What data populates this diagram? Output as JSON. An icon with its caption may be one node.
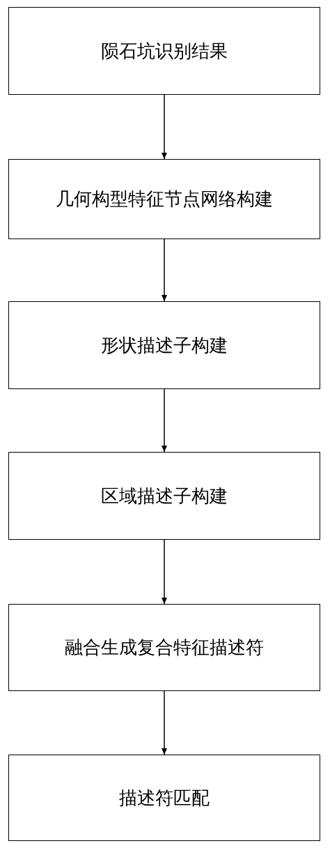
{
  "diagram": {
    "nodes": [
      {
        "text": [
          "陨石坑识别结果"
        ]
      },
      {
        "text": [
          "几何构型特征节点网络构建"
        ]
      },
      {
        "text": [
          "形状描述子构建"
        ]
      },
      {
        "text": [
          "区域描述子构建"
        ]
      },
      {
        "text": [
          "融合生成复合特征描述符"
        ]
      },
      {
        "text": [
          "描述符匹配"
        ]
      }
    ],
    "edges": [
      {
        "from": 0,
        "to": 1,
        "arrow": "to"
      },
      {
        "from": 1,
        "to": 2,
        "arrow": "to"
      },
      {
        "from": 2,
        "to": 3,
        "arrow": "to"
      },
      {
        "from": 3,
        "to": 4,
        "arrow": "to"
      },
      {
        "from": 4,
        "to": 5,
        "arrow": "to"
      }
    ]
  }
}
